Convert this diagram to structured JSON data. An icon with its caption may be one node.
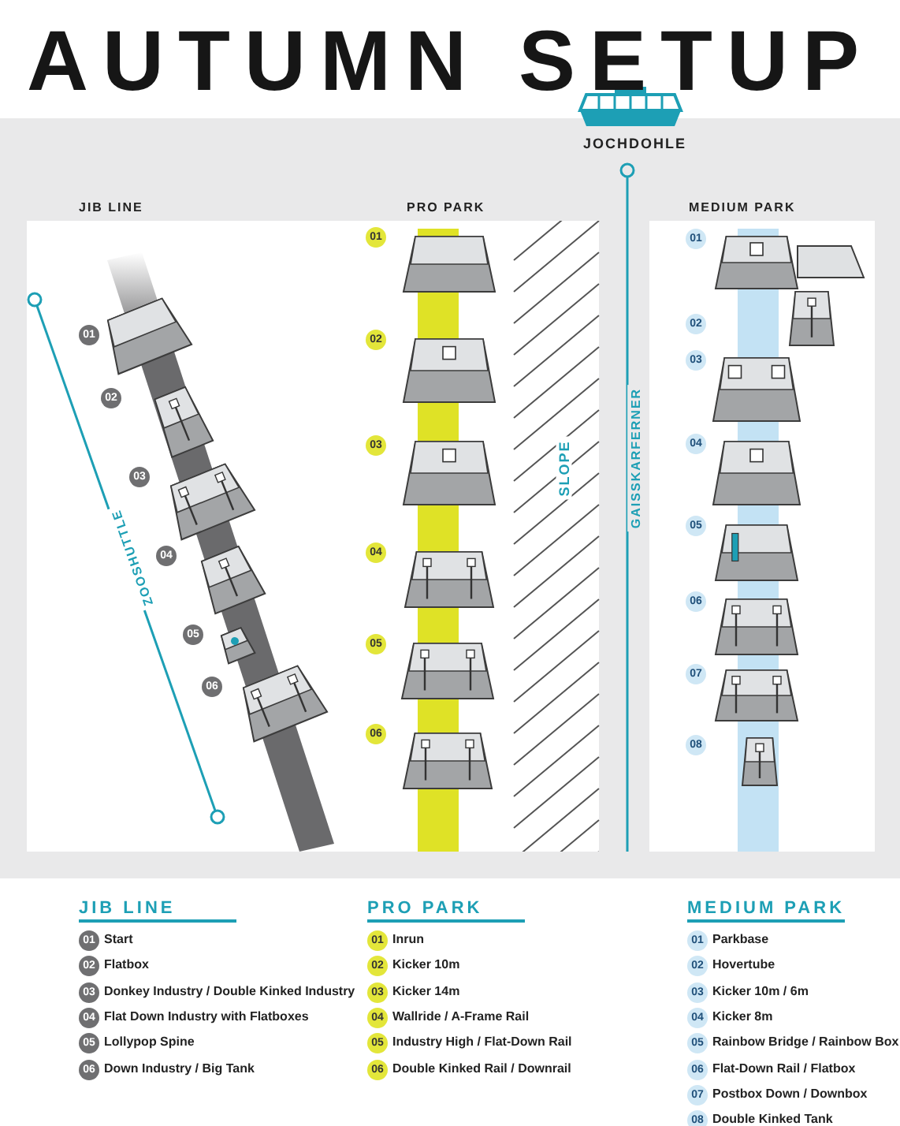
{
  "diagram": {
    "title": "AUTUMN SETUP",
    "labels": [
      "JOCHDOHLE",
      "JIB LINE",
      "PRO PARK",
      "MEDIUM PARK",
      "01",
      "02",
      "03",
      "04",
      "05",
      "06",
      "ZOOSHUTTLE",
      "01",
      "02",
      "03",
      "04",
      "05",
      "06",
      "SLOPE",
      "GAISSKARFERNER",
      "01",
      "02",
      "03",
      "04",
      "05",
      "06",
      "07",
      "08",
      "JIB LINE",
      "01",
      "Start",
      "02",
      "Flatbox",
      "03",
      "Donkey Industry / Double Kinked Industry",
      "04",
      "Flat Down Industry with Flatboxes",
      "05",
      "Lollypop Spine",
      "06",
      "Down Industry / Big Tank",
      "PRO PARK",
      "01",
      "Inrun",
      "02",
      "Kicker 10m",
      "03",
      "Kicker 14m",
      "04",
      "Wallride / A-Frame Rail",
      "05",
      "Industry High / Flat-Down Rail",
      "06",
      "Double Kinked Rail / Downrail",
      "MEDIUM PARK",
      "01",
      "Parkbase",
      "02",
      "Hovertube",
      "03",
      "Kicker 10m / 6m",
      "04",
      "Kicker 8m",
      "05",
      "Rainbow Bridge / Rainbow Box",
      "06",
      "Flat-Down Rail / Flatbox",
      "07",
      "Postbox Down / Downbox",
      "08",
      "Double Kinked Tank"
    ]
  }
}
